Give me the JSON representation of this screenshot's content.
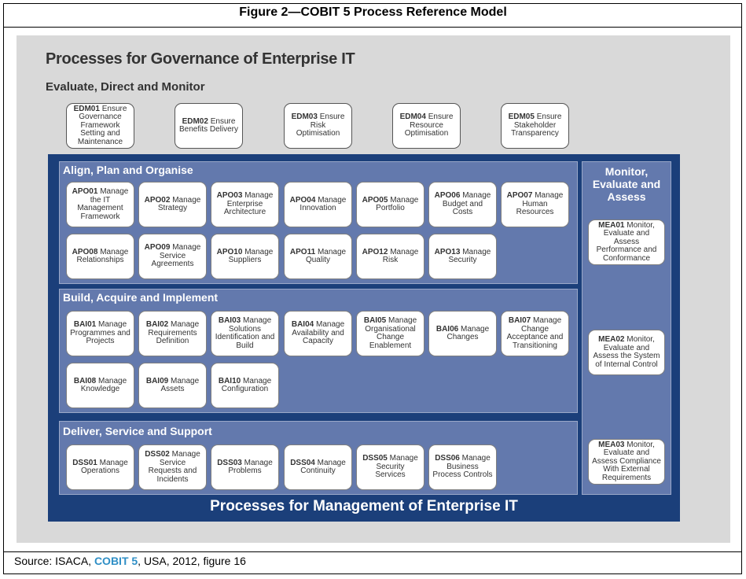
{
  "figure_title": "Figure 2—COBIT 5 Process Reference Model",
  "governance": {
    "heading": "Processes for Governance of Enterprise IT",
    "edm_heading": "Evaluate, Direct and Monitor",
    "processes": [
      {
        "code": "EDM01",
        "name": "Ensure Governance Framework Setting and Maintenance"
      },
      {
        "code": "EDM02",
        "name": "Ensure Benefits Delivery"
      },
      {
        "code": "EDM03",
        "name": "Ensure Risk Optimisation"
      },
      {
        "code": "EDM04",
        "name": "Ensure Resource Optimisation"
      },
      {
        "code": "EDM05",
        "name": "Ensure Stakeholder Transparency"
      }
    ]
  },
  "management": {
    "heading": "Processes for Management of Enterprise IT",
    "apo": {
      "title": "Align, Plan and Organise",
      "processes": [
        {
          "code": "APO01",
          "name": "Manage the IT Management Framework"
        },
        {
          "code": "APO02",
          "name": "Manage Strategy"
        },
        {
          "code": "APO03",
          "name": "Manage Enterprise Architecture"
        },
        {
          "code": "APO04",
          "name": "Manage Innovation"
        },
        {
          "code": "APO05",
          "name": "Manage Portfolio"
        },
        {
          "code": "APO06",
          "name": "Manage Budget and Costs"
        },
        {
          "code": "APO07",
          "name": "Manage Human Resources"
        },
        {
          "code": "APO08",
          "name": "Manage Relationships"
        },
        {
          "code": "APO09",
          "name": "Manage Service Agreements"
        },
        {
          "code": "APO10",
          "name": "Manage Suppliers"
        },
        {
          "code": "APO11",
          "name": "Manage Quality"
        },
        {
          "code": "APO12",
          "name": "Manage Risk"
        },
        {
          "code": "APO13",
          "name": "Manage Security"
        }
      ]
    },
    "bai": {
      "title": "Build, Acquire and Implement",
      "processes": [
        {
          "code": "BAI01",
          "name": "Manage Programmes and Projects"
        },
        {
          "code": "BAI02",
          "name": "Manage Requirements Definition"
        },
        {
          "code": "BAI03",
          "name": "Manage Solutions Identification and Build"
        },
        {
          "code": "BAI04",
          "name": "Manage Availability and Capacity"
        },
        {
          "code": "BAI05",
          "name": "Manage Organisational Change Enablement"
        },
        {
          "code": "BAI06",
          "name": "Manage Changes"
        },
        {
          "code": "BAI07",
          "name": "Manage Change Acceptance and Transitioning"
        },
        {
          "code": "BAI08",
          "name": "Manage Knowledge"
        },
        {
          "code": "BAI09",
          "name": "Manage Assets"
        },
        {
          "code": "BAI10",
          "name": "Manage Configuration"
        }
      ]
    },
    "dss": {
      "title": "Deliver, Service and Support",
      "processes": [
        {
          "code": "DSS01",
          "name": "Manage Operations"
        },
        {
          "code": "DSS02",
          "name": "Manage Service Requests and Incidents"
        },
        {
          "code": "DSS03",
          "name": "Manage Problems"
        },
        {
          "code": "DSS04",
          "name": "Manage Continuity"
        },
        {
          "code": "DSS05",
          "name": "Manage Security Services"
        },
        {
          "code": "DSS06",
          "name": "Manage Business Process Controls"
        }
      ]
    },
    "mea": {
      "title": "Monitor, Evaluate and Assess",
      "processes": [
        {
          "code": "MEA01",
          "name": "Monitor, Evaluate and Assess Performance and Conformance"
        },
        {
          "code": "MEA02",
          "name": "Monitor, Evaluate and Assess the System of Internal Control"
        },
        {
          "code": "MEA03",
          "name": "Monitor, Evaluate and Assess Compliance With External Requirements"
        }
      ]
    }
  },
  "source": {
    "prefix": "Source:  ISACA, ",
    "highlight": "COBIT 5",
    "suffix": ", USA, 2012, figure 16"
  },
  "colors": {
    "navy": "#1b3f7a",
    "group_fill": "#6379ad",
    "panel": "#d9d9d9",
    "cobit_link": "#2f8fc6"
  }
}
